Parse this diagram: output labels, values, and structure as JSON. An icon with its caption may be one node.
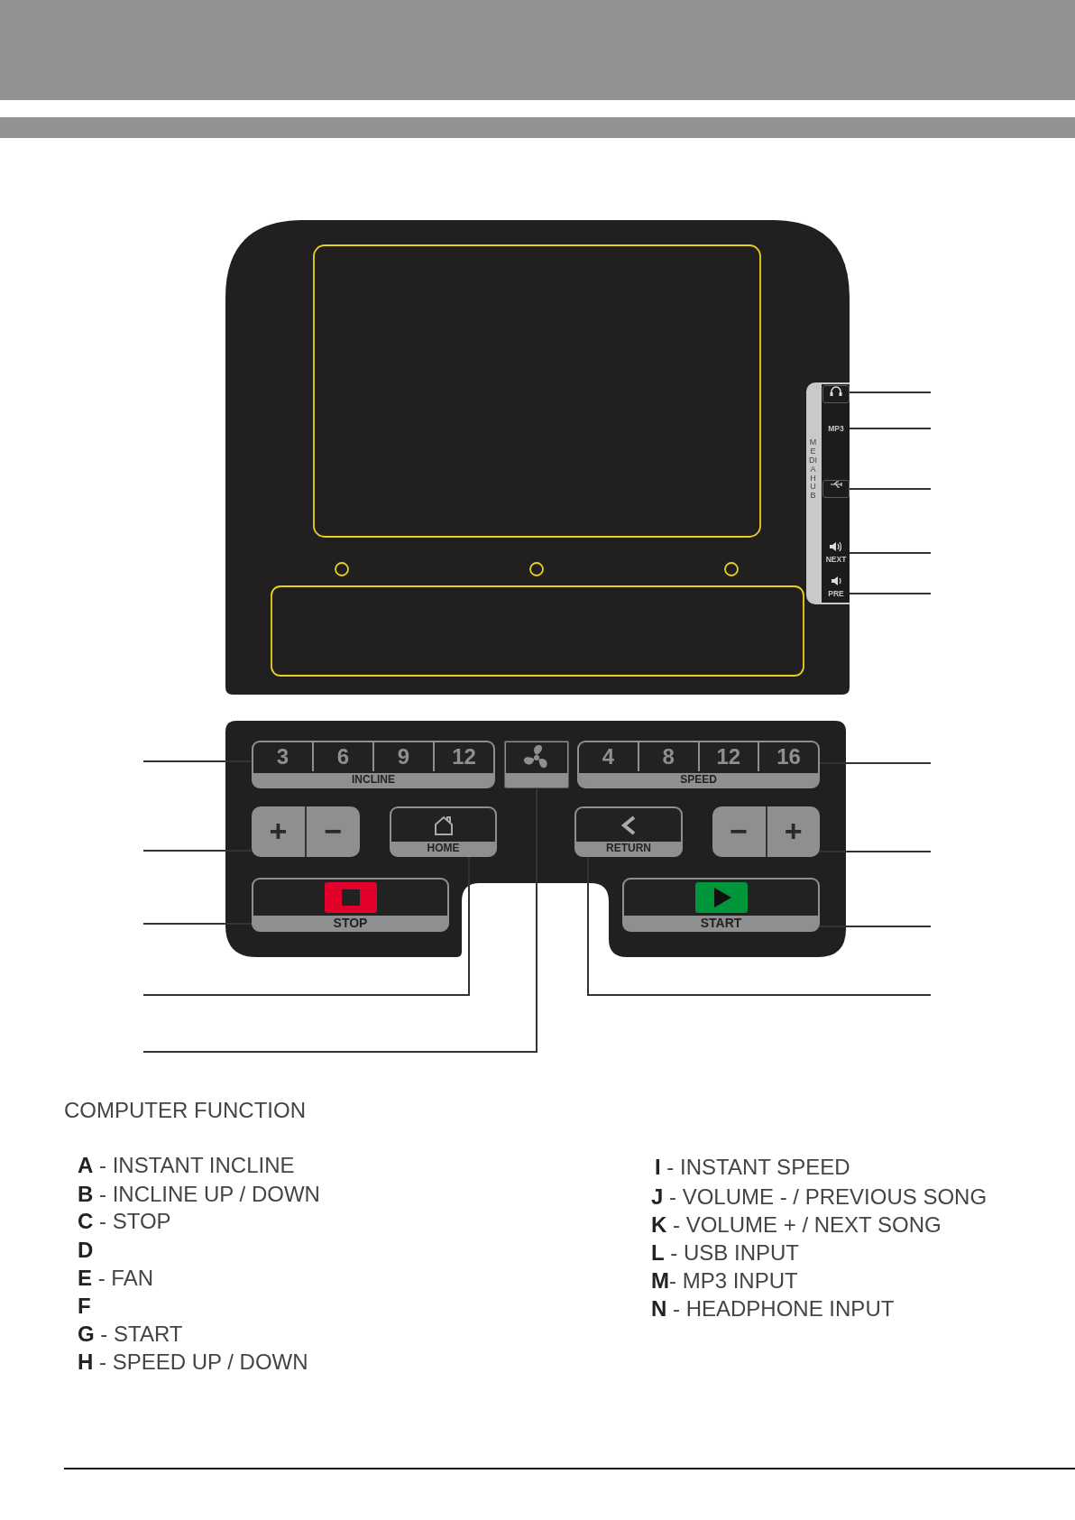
{
  "diagram": {
    "nodes": [
      {
        "text": [
          "3",
          "6",
          "9",
          "12",
          "INCLINE"
        ]
      },
      {
        "text": [],
        "shape": "box"
      },
      {
        "text": [
          "4",
          "8",
          "12",
          "16",
          "SPEED"
        ]
      },
      {
        "text": [
          "+",
          "−"
        ]
      },
      {
        "text": [
          "HOME"
        ]
      },
      {
        "text": [
          "RETURN"
        ]
      },
      {
        "text": [
          "−",
          "+"
        ]
      },
      {
        "text": [
          "STOP"
        ]
      },
      {
        "text": [
          "START"
        ]
      },
      {
        "text": [
          "MEDIA HUB"
        ]
      },
      {
        "text": [],
        "shape": "box",
        "in": 9
      },
      {
        "text": [
          "MP3"
        ],
        "in": 9
      },
      {
        "text": [],
        "shape": "box",
        "in": 9
      },
      {
        "text": [
          "NEXT"
        ],
        "in": 9
      },
      {
        "text": [
          "PRE"
        ],
        "in": 9
      }
    ],
    "edges": [
      {
        "from": null,
        "to": 0,
        "arrow": "none"
      },
      {
        "from": null,
        "to": 3,
        "arrow": "none"
      },
      {
        "from": null,
        "to": 7,
        "arrow": "none"
      },
      {
        "from": null,
        "to": 4,
        "arrow": "none"
      },
      {
        "from": null,
        "to": 1,
        "arrow": "none"
      },
      {
        "from": null,
        "to": 5,
        "arrow": "none"
      },
      {
        "from": null,
        "to": 8,
        "arrow": "none"
      },
      {
        "from": null,
        "to": 6,
        "arrow": "none"
      },
      {
        "from": null,
        "to": 2,
        "arrow": "none"
      },
      {
        "from": null,
        "to": 14,
        "arrow": "none"
      },
      {
        "from": null,
        "to": 13,
        "arrow": "none"
      },
      {
        "from": null,
        "to": 12,
        "arrow": "none"
      },
      {
        "from": null,
        "to": 11,
        "arrow": "none"
      },
      {
        "from": null,
        "to": 10,
        "arrow": "none"
      }
    ],
    "labels": [
      "COMPUTER FUNCTION",
      "**A** - INSTANT INCLINE",
      "**B** - INCLINE UP / DOWN",
      "**C** - STOP",
      "D",
      "**E** - FAN",
      "F",
      "**G** - START",
      "**H** -  SPEED UP / DOWN",
      "**I** - INSTANT SPEED",
      "**J** - VOLUME - / PREVIOUS SONG",
      "**K** - VOLUME + / NEXT SONG",
      "**L** - USB INPUT",
      "**M**- MP3 INPUT",
      "**N** - HEADPHONE INPUT"
    ]
  }
}
